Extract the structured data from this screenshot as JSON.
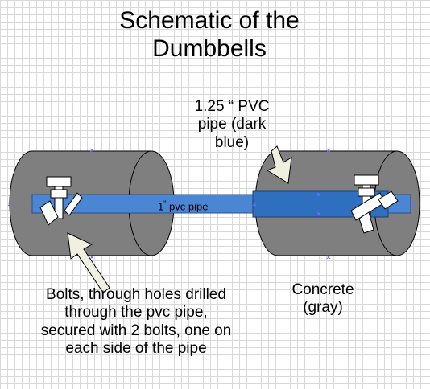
{
  "title_line1": "Schematic of the",
  "title_line2": "Dumbbells",
  "labels": {
    "pvc_125_line1": "1.25 “ PVC",
    "pvc_125_line2": "pipe (dark",
    "pvc_125_line3": "blue)",
    "pvc_1_prefix": "1",
    "pvc_1_mark": "\"",
    "pvc_1_suffix": " pvc pipe",
    "bolts_line1": "Bolts, through holes drilled",
    "bolts_line2": "through the pvc pipe,",
    "bolts_line3": "secured with 2 bolts, one on",
    "bolts_line4": "each side of the pipe",
    "concrete_line1": "Concrete",
    "concrete_line2": "(gray)"
  },
  "colors": {
    "concrete": "#7f7f7f",
    "pipe_1in": "#4a86d4",
    "pipe_125": "#2f6fc0",
    "bolt": "#ffffff",
    "arrow": "#f0f0e0",
    "handle": "#7070ff"
  }
}
